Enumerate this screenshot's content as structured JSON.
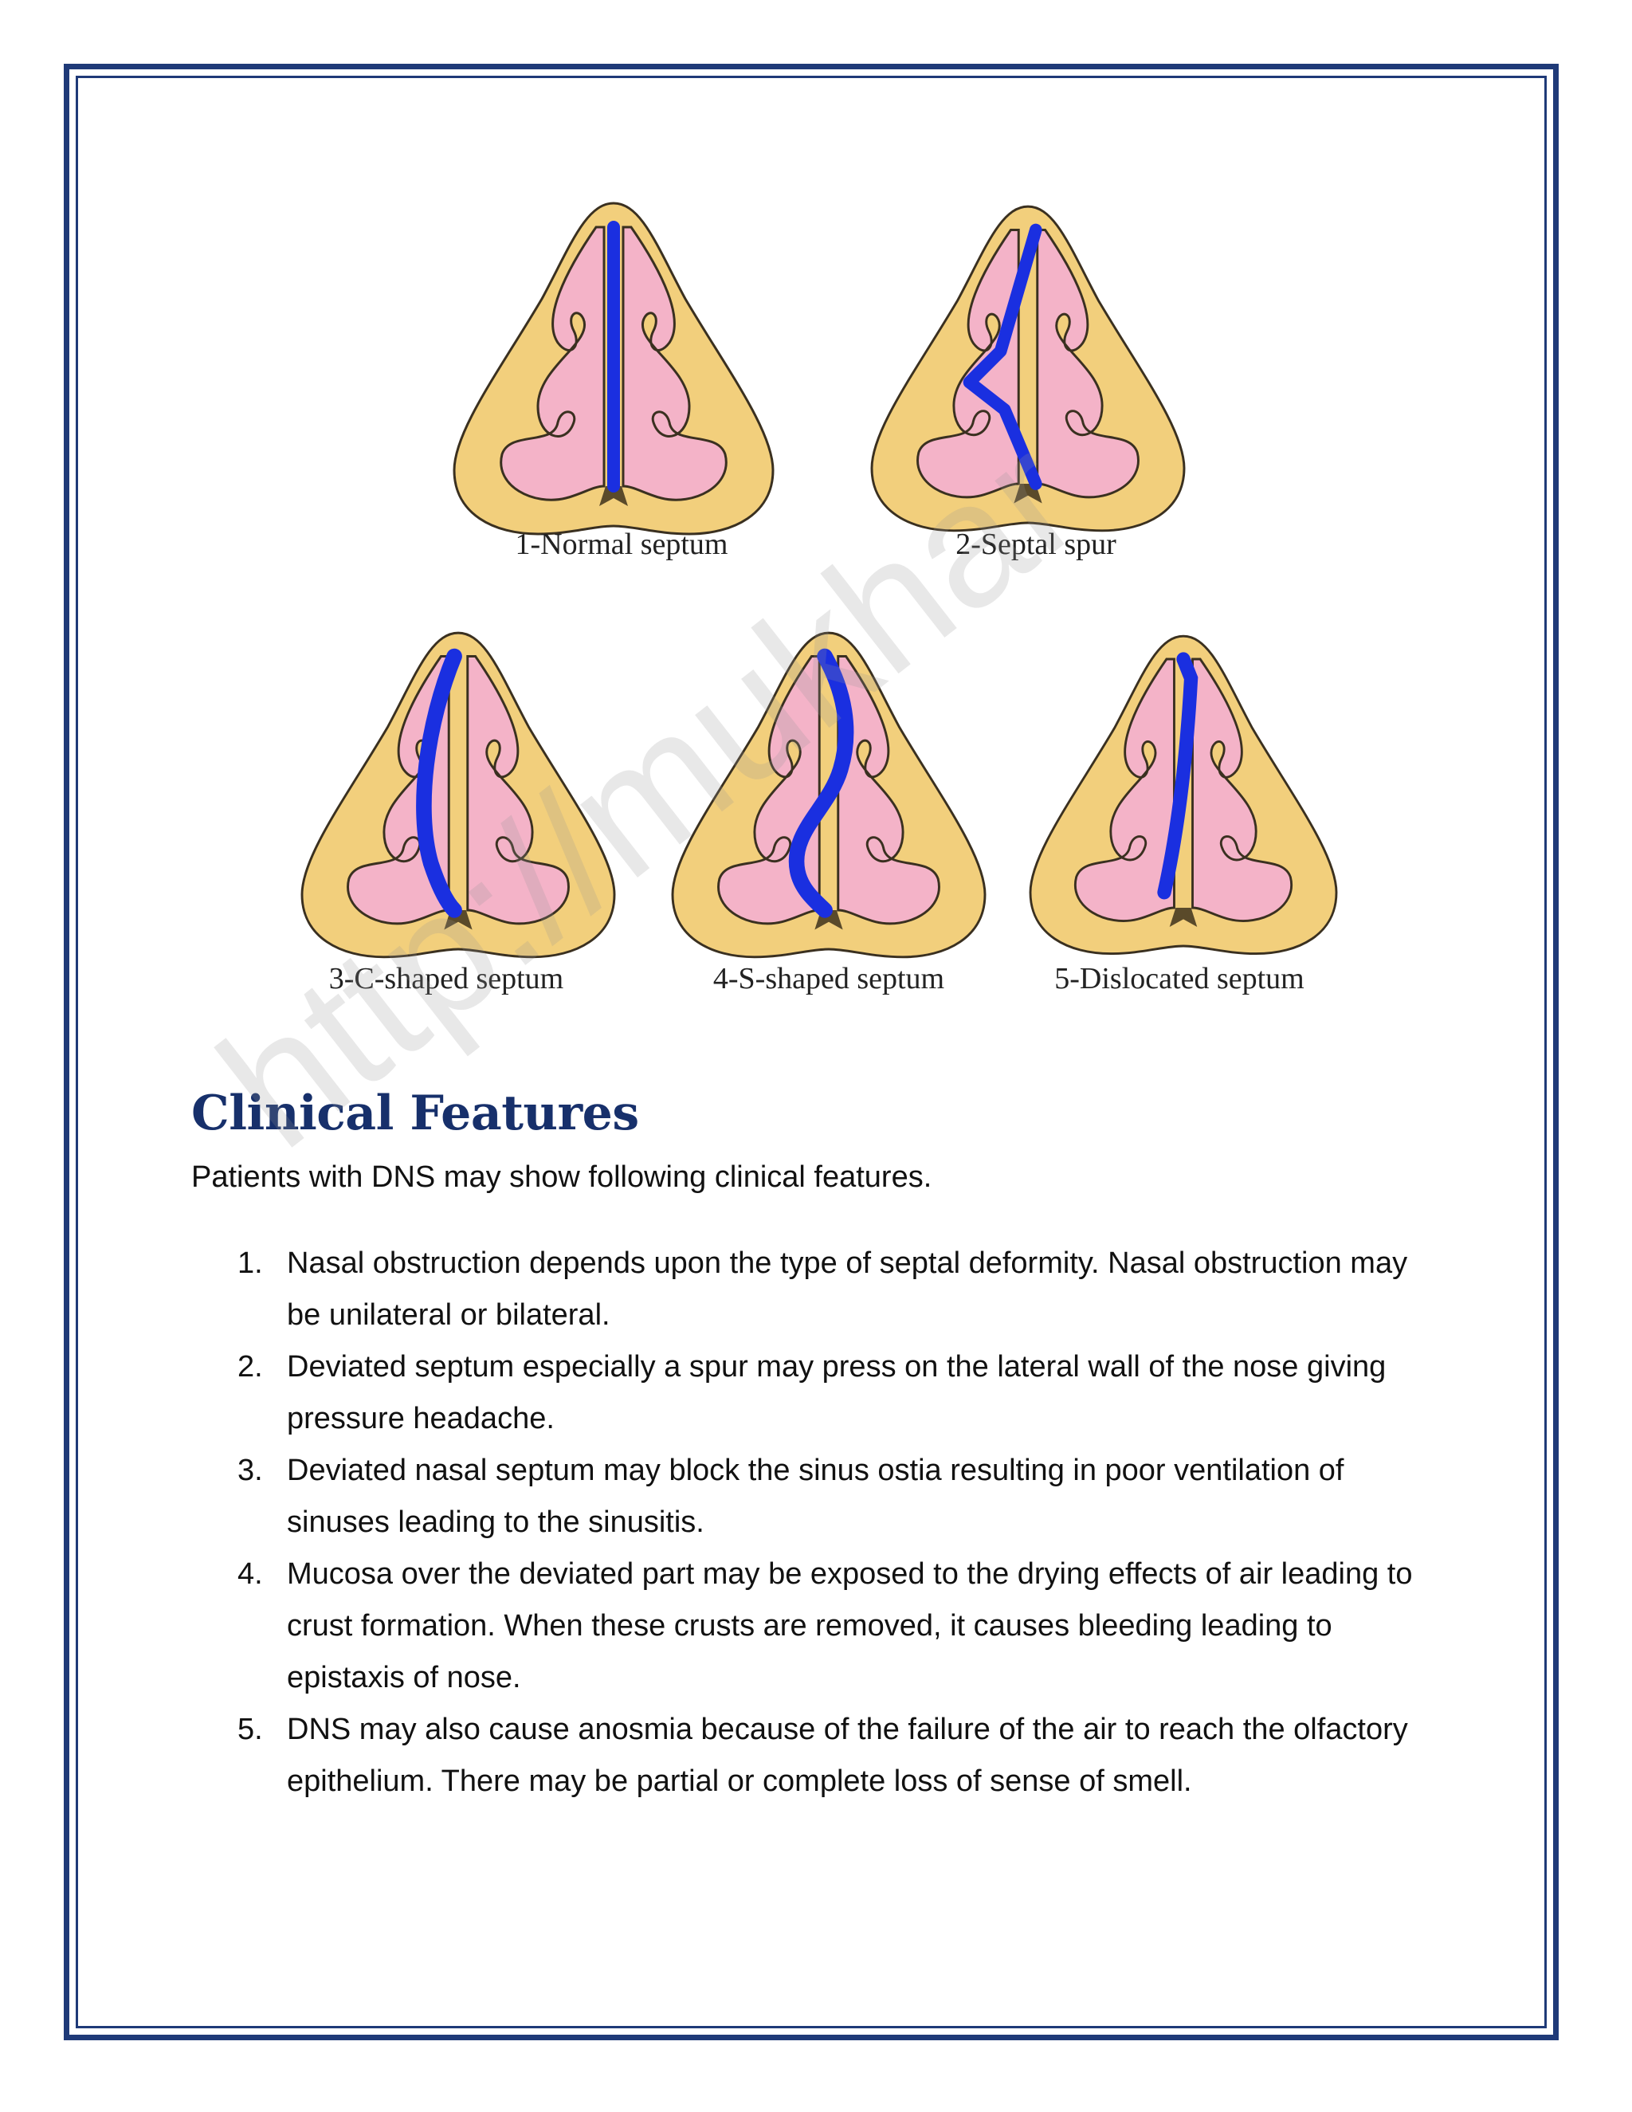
{
  "figure": {
    "captions": [
      "1-Normal septum",
      "2-Septal spur",
      "3-C-shaped septum",
      "4-S-shaped septum",
      "5-Dislocated septum"
    ]
  },
  "section": {
    "heading": "Clinical Features",
    "intro": "Patients with DNS may show following clinical features."
  },
  "features": [
    {
      "num": "1.",
      "text": "Nasal obstruction depends upon the type of septal deformity. Nasal obstruction may be unilateral or bilateral."
    },
    {
      "num": "2.",
      "text": "Deviated septum especially a spur may press on the lateral wall of the nose giving pressure headache."
    },
    {
      "num": "3.",
      "text": "Deviated nasal septum may block the sinus ostia resulting in poor ventilation of sinuses leading to the sinusitis."
    },
    {
      "num": "4.",
      "text": "Mucosa over the deviated part may be exposed to the drying effects of air leading to crust formation. When these crusts are removed, it causes bleeding leading to epistaxis of nose."
    },
    {
      "num": "5.",
      "text": "DNS may also cause anosmia because of the failure of the air to reach the olfactory epithelium. There may be partial or complete loss of sense of smell."
    }
  ],
  "watermark": "http://mukhar",
  "colors": {
    "frame": "#1f3a78",
    "heading": "#17306b",
    "nose_fill": "#f2cf7c",
    "mucosa": "#f4b3c8",
    "septum": "#1a2fe0"
  }
}
